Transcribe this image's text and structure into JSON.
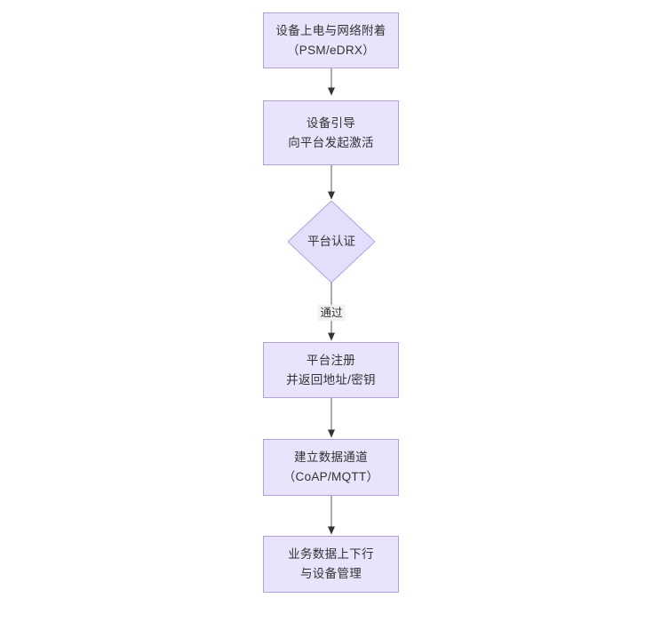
{
  "diagram": {
    "type": "flowchart",
    "orientation": "top-to-bottom",
    "background_color": "#ffffff",
    "node_fill_color": "#e9e3fb",
    "node_border_color": "#b3a0dd",
    "text_color": "#333333",
    "connector_color": "#5a5a5a",
    "arrowhead_color": "#333333",
    "nodes": [
      {
        "id": "node-power-on",
        "shape": "rectangle",
        "line1": "设备上电与网络附着",
        "line2": "（PSM/eDRX）"
      },
      {
        "id": "node-bootstrap",
        "shape": "rectangle",
        "line1": "设备引导",
        "line2": "向平台发起激活"
      },
      {
        "id": "node-platform-auth",
        "shape": "diamond",
        "line1": "平台认证",
        "line2": ""
      },
      {
        "id": "node-platform-register",
        "shape": "rectangle",
        "line1": "平台注册",
        "line2": "并返回地址/密钥"
      },
      {
        "id": "node-data-channel",
        "shape": "rectangle",
        "line1": "建立数据通道",
        "line2": "（CoAP/MQTT）"
      },
      {
        "id": "node-business-data",
        "shape": "rectangle",
        "line1": "业务数据上下行",
        "line2": "与设备管理"
      }
    ],
    "edges": [
      {
        "id": "edge-1",
        "from": "node-power-on",
        "to": "node-bootstrap",
        "label": ""
      },
      {
        "id": "edge-2",
        "from": "node-bootstrap",
        "to": "node-platform-auth",
        "label": ""
      },
      {
        "id": "edge-3",
        "from": "node-platform-auth",
        "to": "node-platform-register",
        "label": "通过"
      },
      {
        "id": "edge-4",
        "from": "node-platform-register",
        "to": "node-data-channel",
        "label": ""
      },
      {
        "id": "edge-5",
        "from": "node-data-channel",
        "to": "node-business-data",
        "label": ""
      }
    ]
  }
}
